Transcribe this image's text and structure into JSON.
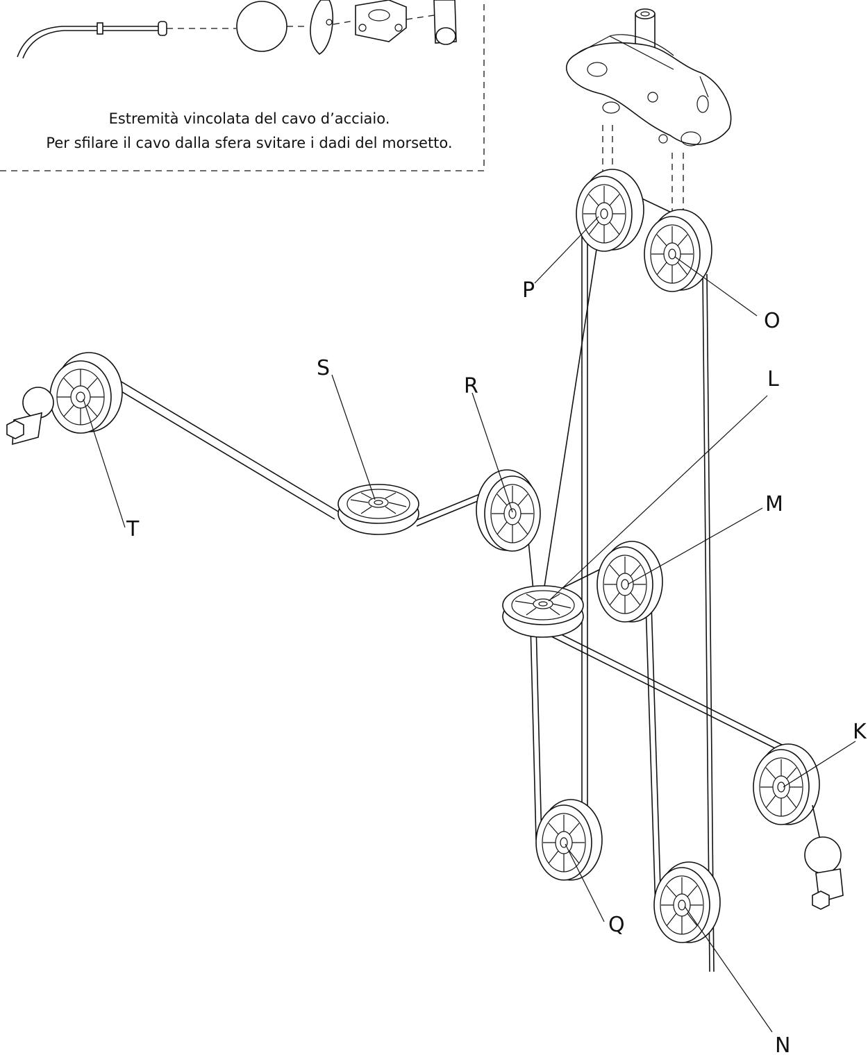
{
  "inset": {
    "caption_line1": "Estremità vincolata del cavo d’acciaio.",
    "caption_line2": "Per sfilare il cavo dalla sfera svitare i dadi del morsetto."
  },
  "pulley_labels": {
    "P": "P",
    "O": "O",
    "S": "S",
    "R": "R",
    "L": "L",
    "T": "T",
    "M": "M",
    "K": "K",
    "Q": "Q",
    "N": "N"
  }
}
